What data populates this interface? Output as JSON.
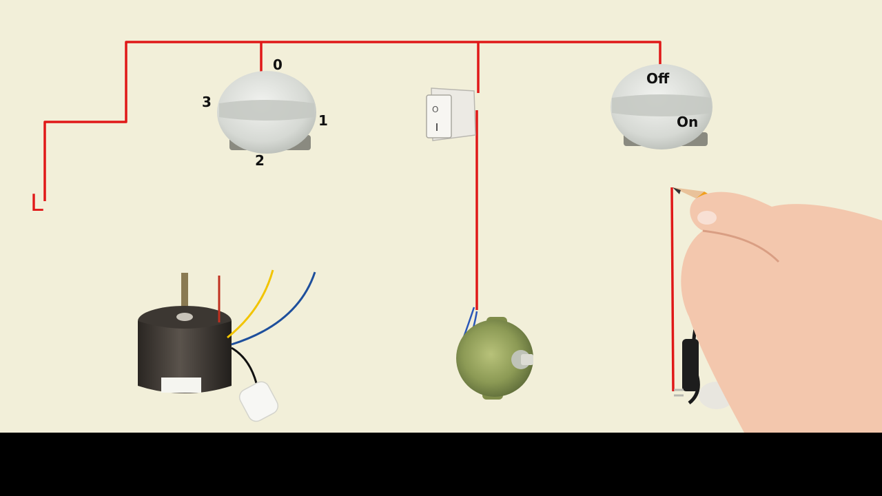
{
  "colors": {
    "background": "#f2efd9",
    "letterbox": "#000000",
    "wire_red": "#e01818",
    "wire_yellow": "#f2c400",
    "wire_blue": "#1e4f9c",
    "knob": "#d8dbd6",
    "pencil": "#f0a020",
    "skin": "#f3c7ad"
  },
  "labels": {
    "line": "L",
    "speed_knob": {
      "pos_0": "0",
      "pos_1": "1",
      "pos_2": "2",
      "pos_3": "3"
    },
    "power_knob": {
      "off": "Off",
      "on": "On"
    }
  },
  "icons": {
    "speed_knob": "rotary-knob-icon",
    "power_knob": "rotary-knob-icon",
    "rocker_switch": "rocker-switch-icon",
    "fan_motor": "fan-motor-icon",
    "capacitor": "capacitor-icon",
    "swing_motor": "synchronous-motor-icon",
    "power_plug": "power-plug-icon",
    "hand": "hand-with-pencil-icon"
  }
}
